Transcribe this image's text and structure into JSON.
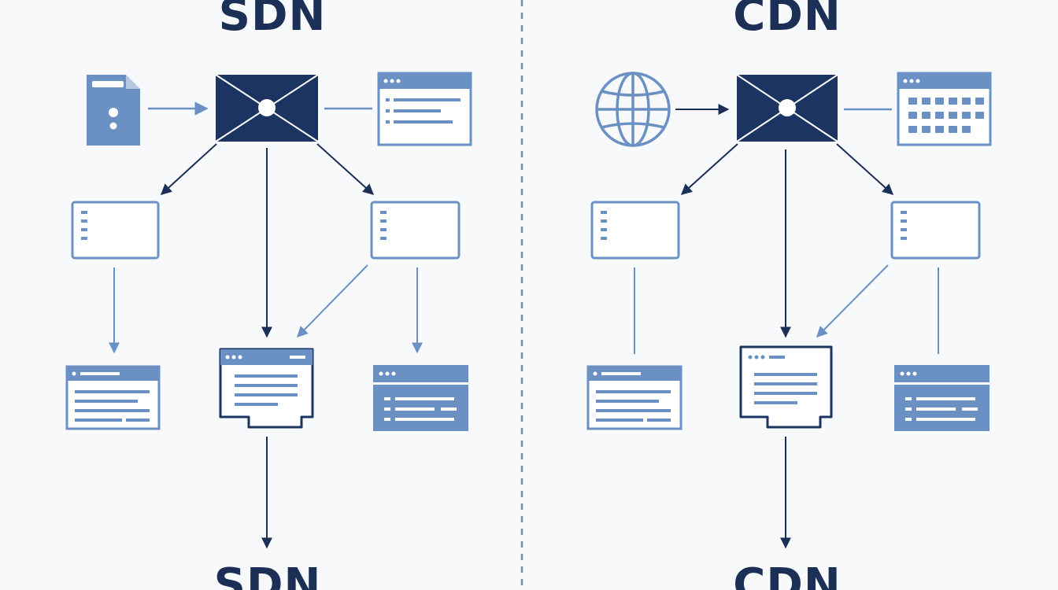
{
  "panels": {
    "left": {
      "title": "SDN",
      "footer": "SDN"
    },
    "right": {
      "title": "CDN",
      "footer": "CDN"
    }
  },
  "colors": {
    "background": "#f7f9fb",
    "dark_navy": "#1b3461",
    "medium_blue": "#6b91c4",
    "light_fill": "#ffffff",
    "arrow": "#1b2f57",
    "divider": "#7c8fb0"
  },
  "icons": {
    "left_source": "document-icon",
    "right_source": "globe-icon",
    "hub": "envelope-router-icon",
    "left_top_panel": "browser-window-icon",
    "right_top_panel": "calendar-grid-icon",
    "nodes": "list-window-icon",
    "central_output": "document-window-icon"
  }
}
